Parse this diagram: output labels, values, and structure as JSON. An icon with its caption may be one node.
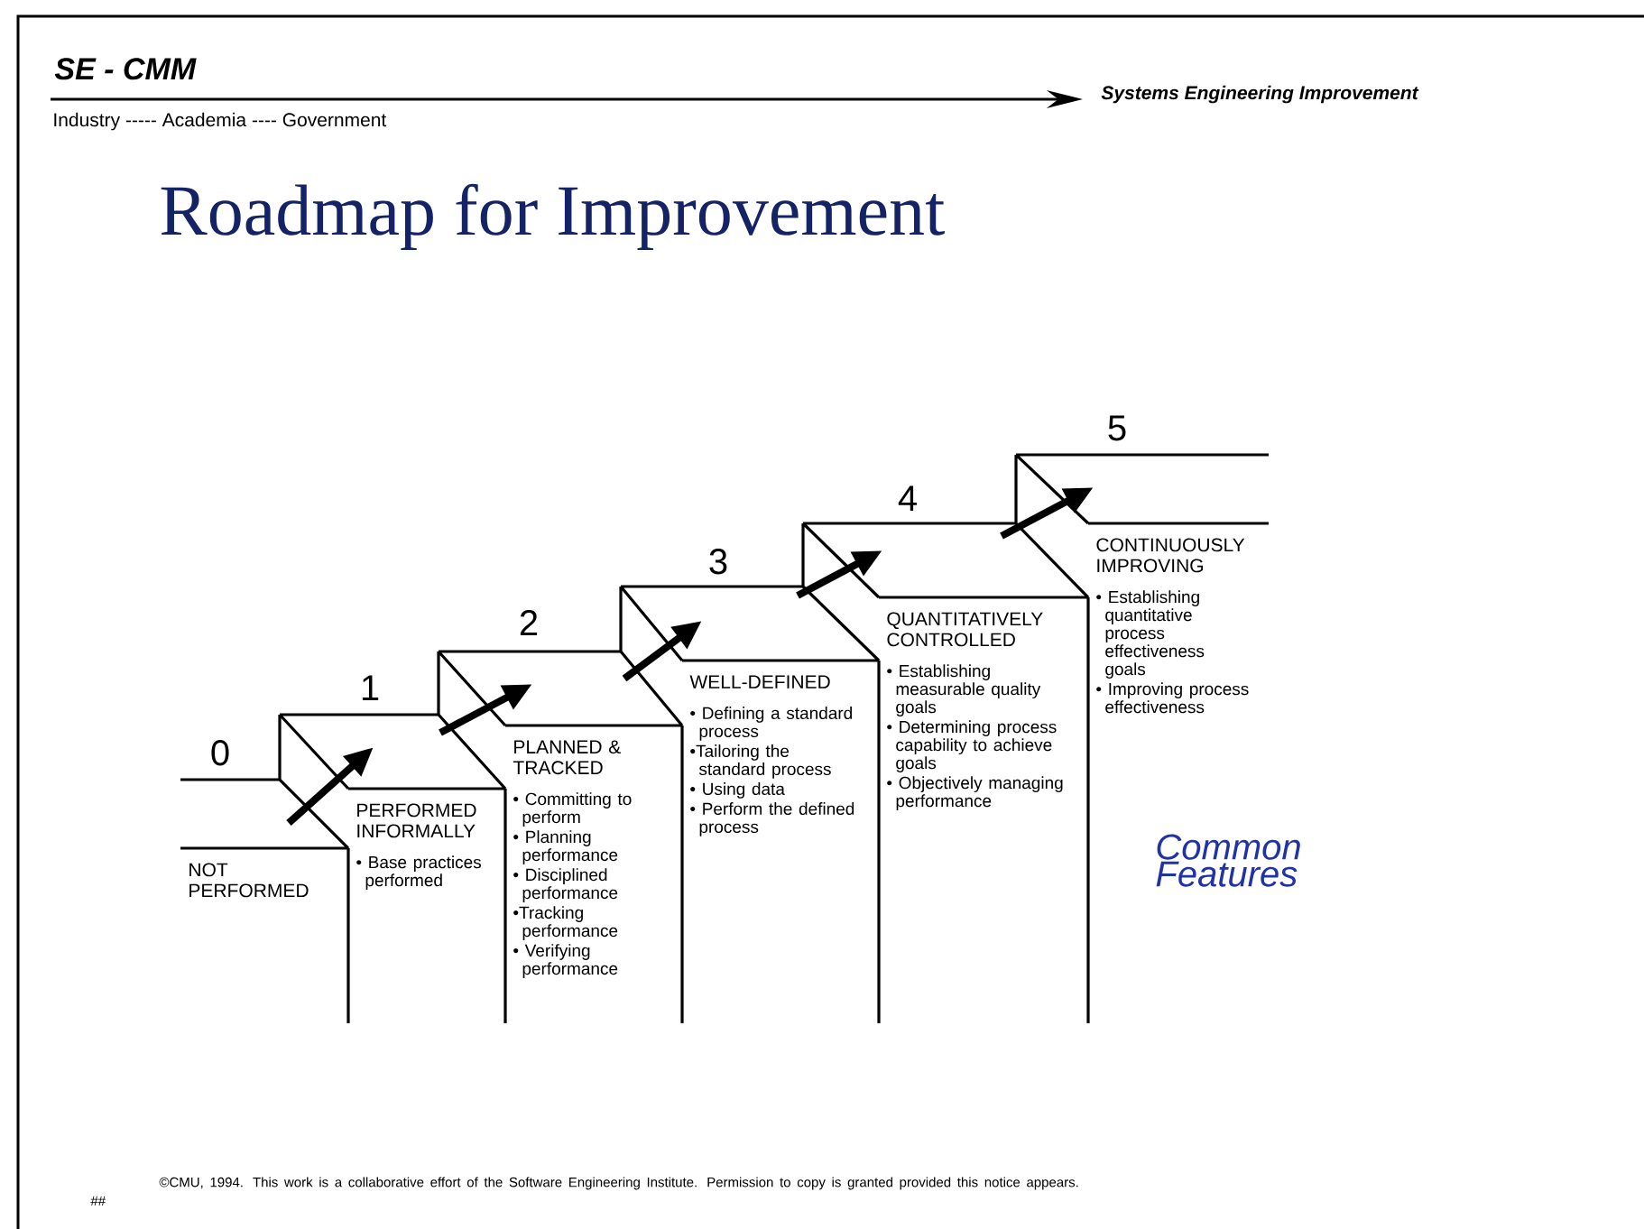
{
  "diagram": {
    "title": "Roadmap for Improvement",
    "nodes": [
      {
        "text": [
          "NOT PERFORMED"
        ],
        "beside": [
          "0"
        ]
      },
      {
        "text": [
          "PERFORMED INFORMALLY",
          "• Base practices performed"
        ],
        "beside": [
          "1"
        ]
      },
      {
        "text": [
          "PLANNED & TRACKED",
          "• Committing to perform",
          "• Planning performance",
          "• Disciplined performance",
          "•Tracking performance",
          "• Verifying performance"
        ],
        "beside": [
          "2"
        ]
      },
      {
        "text": [
          "WELL-DEFINED",
          "• Defining a standard process",
          "•Tailoring the standard process",
          "• Using data",
          "• Perform the defined process"
        ],
        "beside": [
          "3"
        ]
      },
      {
        "text": [
          "QUANTITATIVELY CONTROLLED",
          "• Establishing measurable quality goals",
          "• Determining process capability to achieve goals",
          "• Objectively managing performance"
        ],
        "beside": [
          "4"
        ]
      },
      {
        "text": [
          "CONTINUOUSLY IMPROVING",
          "• Establishing quantitative process effectiveness goals",
          "• Improving process effectiveness"
        ],
        "beside": [
          "5"
        ]
      }
    ],
    "edges": [
      {
        "from": 0,
        "to": 1,
        "arrow": "to"
      },
      {
        "from": 1,
        "to": 2,
        "arrow": "to"
      },
      {
        "from": 2,
        "to": 3,
        "arrow": "to"
      },
      {
        "from": 3,
        "to": 4,
        "arrow": "to"
      },
      {
        "from": 4,
        "to": 5,
        "arrow": "to"
      }
    ],
    "labels": [
      "SE - CMM",
      "Systems Engineering Improvement",
      "Industry ----- Academia ---- Government",
      "Common Features",
      "##",
      "©CMU, 1994. This work is a collaborative effort of the Software Engineering Institute. Permission to copy is granted provided this notice appears."
    ]
  }
}
